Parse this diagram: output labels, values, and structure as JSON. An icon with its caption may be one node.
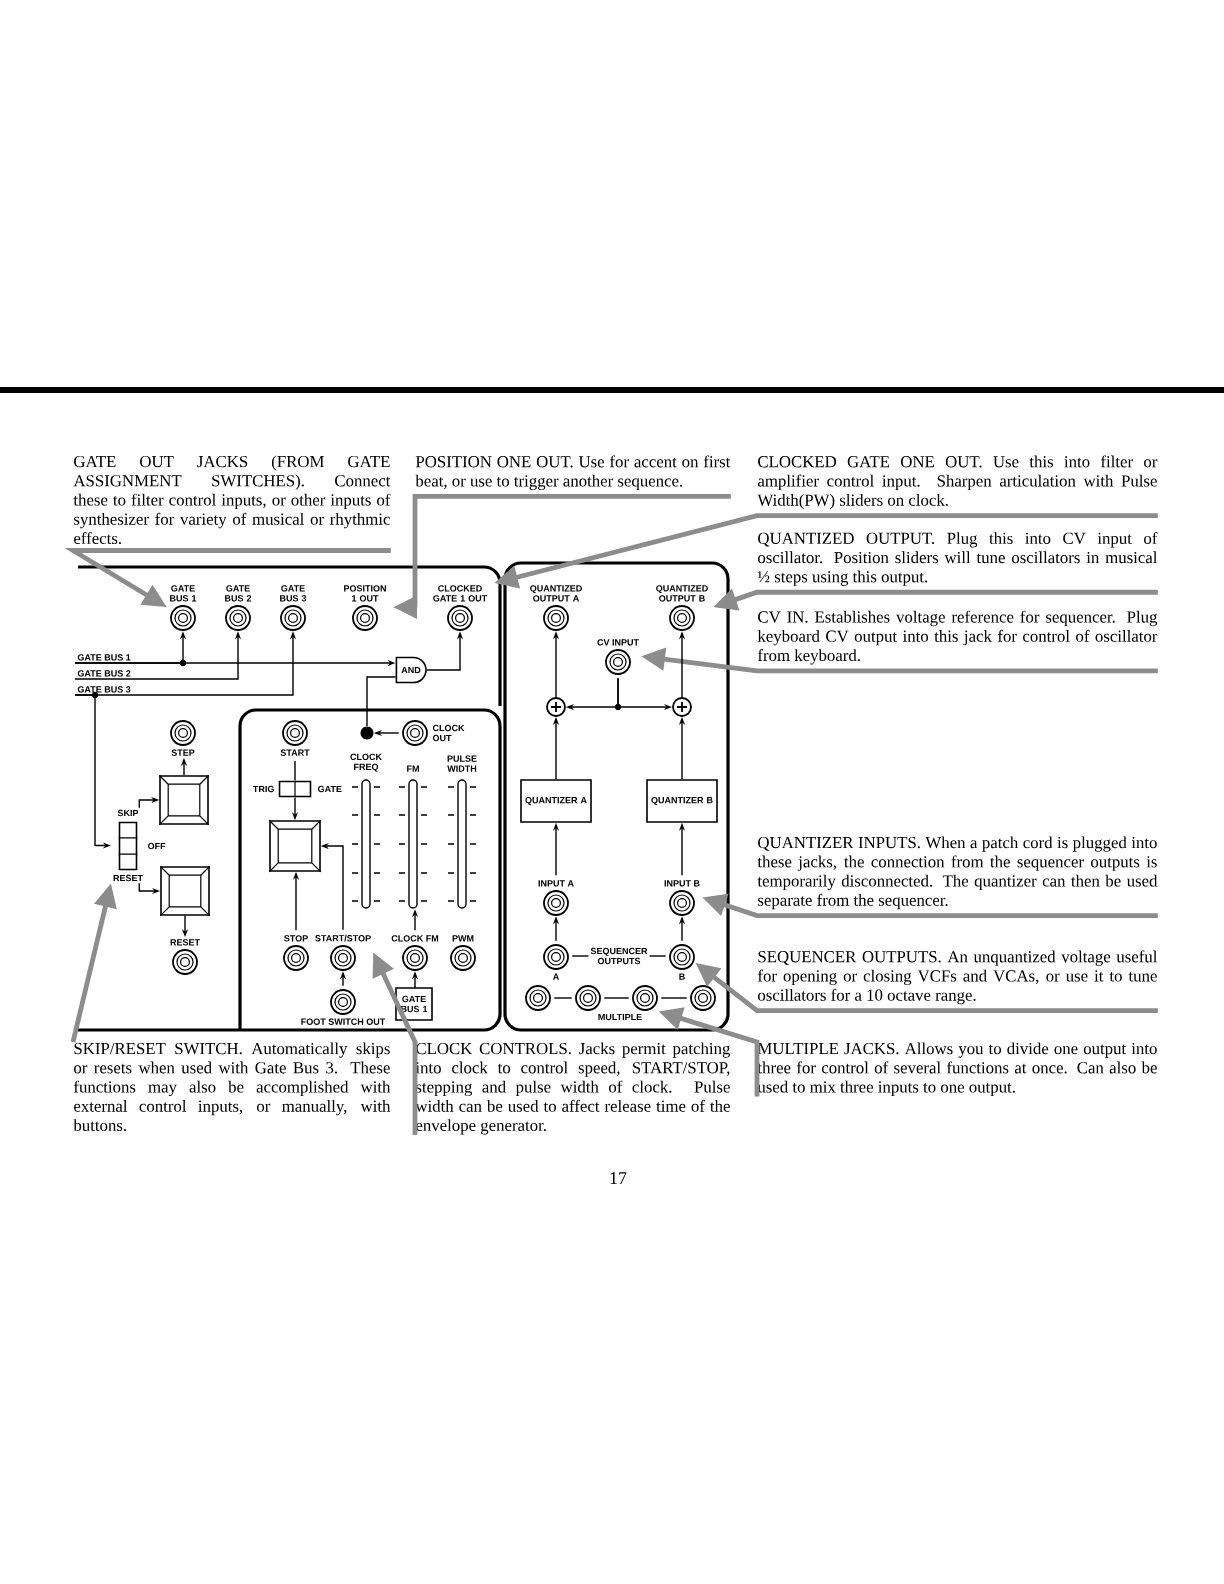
{
  "diagram": {
    "nodes": [
      {
        "text": [
          "GATE OUT JACKS (FROM GATE ASSIGNMENT SWITCHES). Connect these to filter control inputs, or other inputs of synthesizer for variety of musical or rhythmic effects."
        ]
      },
      {
        "text": [
          "POSITION ONE OUT. Use for accent on first beat, or use to trigger another sequence."
        ]
      },
      {
        "text": [
          "CLOCKED GATE ONE OUT. Use this into filter or amplifier control input. Sharpen articulation with Pulse Width(PW) sliders on clock."
        ]
      },
      {
        "text": [
          "QUANTIZED OUTPUT. Plug this into CV input of oscillator. Position sliders will tune oscillators in musical ½ steps using this output."
        ]
      },
      {
        "text": [
          "CV IN. Establishes voltage reference for sequencer. Plug keyboard CV output into this jack for control of oscillator from keyboard."
        ]
      },
      {
        "text": [
          "QUANTIZER INPUTS. When a patch cord is plugged into these jacks, the connection from the sequencer outputs is temporarily disconnected. The quantizer can then be used separate from the sequencer."
        ]
      },
      {
        "text": [
          "SEQUENCER OUTPUTS. An unquantized voltage useful for opening or closing VCFs and VCAs, or use it to tune oscillators for a 10 octave range."
        ]
      },
      {
        "text": [
          "MULTIPLE JACKS. Allows you to divide one output into three for control of several functions at once. Can also be used to mix three inputs to one output."
        ]
      },
      {
        "text": [
          "SKIP/RESET SWITCH. Automatically skips or resets when used with Gate Bus 3. These functions may also be accomplished with external control inputs, or manually, with buttons."
        ]
      },
      {
        "text": [
          "CLOCK CONTROLS. Jacks permit patching into clock to control speed, START/STOP, stepping and pulse width of clock. Pulse width can be used to affect release time of the envelope generator."
        ]
      },
      {
        "text": [
          "GATE BUS 1"
        ]
      },
      {
        "text": [
          "GATE BUS 2"
        ]
      },
      {
        "text": [
          "GATE BUS 3"
        ]
      },
      {
        "text": [
          "POSITION 1 OUT"
        ]
      },
      {
        "text": [
          "CLOCKED GATE 1 OUT"
        ]
      },
      {
        "text": [
          "GATE BUS 1"
        ]
      },
      {
        "text": [
          "GATE BUS 2"
        ]
      },
      {
        "text": [
          "GATE BUS 3"
        ]
      },
      {
        "text": [
          "AND"
        ]
      },
      {
        "text": [
          "STEP"
        ]
      },
      {
        "text": [],
        "shape": "box"
      },
      {
        "text": [],
        "shape": "box",
        "beside": [
          "SKIP",
          "OFF",
          "RESET"
        ]
      },
      {
        "text": [],
        "shape": "box"
      },
      {
        "text": [
          "RESET"
        ]
      },
      {
        "text": [
          "START"
        ]
      },
      {
        "text": [],
        "shape": "circle"
      },
      {
        "text": [
          "CLOCK OUT"
        ]
      },
      {
        "text": [],
        "shape": "box",
        "beside": [
          "TRIG",
          "GATE"
        ]
      },
      {
        "text": [],
        "shape": "box"
      },
      {
        "text": [
          "CLOCK FREQ"
        ]
      },
      {
        "text": [
          "FM"
        ]
      },
      {
        "text": [
          "PULSE WIDTH"
        ]
      },
      {
        "text": [
          "STOP"
        ]
      },
      {
        "text": [
          "START/STOP"
        ]
      },
      {
        "text": [
          "CLOCK FM"
        ]
      },
      {
        "text": [
          "PWM"
        ]
      },
      {
        "text": [
          "FOOT SWITCH OUT"
        ]
      },
      {
        "text": [
          "GATE BUS 1"
        ]
      },
      {
        "text": [
          "QUANTIZED OUTPUT A"
        ]
      },
      {
        "text": [
          "QUANTIZED OUTPUT B"
        ]
      },
      {
        "text": [
          "CV INPUT"
        ]
      },
      {
        "text": [],
        "shape": "circle"
      },
      {
        "text": [],
        "shape": "circle"
      },
      {
        "text": [
          "QUANTIZER A"
        ]
      },
      {
        "text": [
          "QUANTIZER B"
        ]
      },
      {
        "text": [
          "INPUT A"
        ]
      },
      {
        "text": [
          "INPUT B"
        ]
      },
      {
        "text": [
          "A"
        ]
      },
      {
        "text": [
          "B"
        ]
      },
      {
        "text": [
          "SEQUENCER OUTPUTS"
        ]
      },
      {
        "text": [],
        "shape": "circle"
      },
      {
        "text": [],
        "shape": "circle"
      },
      {
        "text": [],
        "shape": "circle"
      },
      {
        "text": [],
        "shape": "circle"
      }
    ],
    "edges": [
      {
        "from": 0,
        "to": 10,
        "arrow": "to",
        "style": "thick",
        "color": "#8c8c8c"
      },
      {
        "from": 1,
        "to": 13,
        "arrow": "to",
        "style": "thick",
        "color": "#8c8c8c"
      },
      {
        "from": 2,
        "to": 14,
        "arrow": "to",
        "style": "thick",
        "color": "#8c8c8c"
      },
      {
        "from": 3,
        "to": 39,
        "arrow": "to",
        "style": "thick",
        "color": "#8c8c8c"
      },
      {
        "from": 4,
        "to": 40,
        "arrow": "to",
        "style": "thick",
        "color": "#8c8c8c"
      },
      {
        "from": 5,
        "to": 46,
        "arrow": "to",
        "style": "thick",
        "color": "#8c8c8c"
      },
      {
        "from": 6,
        "to": 48,
        "arrow": "to",
        "style": "thick",
        "color": "#8c8c8c"
      },
      {
        "from": 7,
        "to": 52,
        "arrow": "to",
        "style": "thick",
        "color": "#8c8c8c"
      },
      {
        "from": 8,
        "to": 21,
        "arrow": "to",
        "style": "thick",
        "color": "#8c8c8c"
      },
      {
        "from": 9,
        "to": 33,
        "arrow": "to",
        "style": "thick",
        "color": "#8c8c8c"
      },
      {
        "from": 15,
        "to": 10,
        "arrow": "to"
      },
      {
        "from": 15,
        "to": 18,
        "arrow": "to"
      },
      {
        "from": 16,
        "to": 11,
        "arrow": "to"
      },
      {
        "from": 17,
        "to": 12,
        "arrow": "to"
      },
      {
        "from": 17,
        "to": 21,
        "arrow": "to"
      },
      {
        "from": 18,
        "to": 14,
        "arrow": "to"
      },
      {
        "from": 25,
        "to": 18,
        "arrow": "none"
      },
      {
        "from": 26,
        "to": 25,
        "arrow": "to"
      },
      {
        "from": 20,
        "to": 19,
        "arrow": "to"
      },
      {
        "from": 21,
        "to": 20,
        "arrow": "to"
      },
      {
        "from": 21,
        "to": 22,
        "arrow": "to"
      },
      {
        "from": 22,
        "to": 23,
        "arrow": "to"
      },
      {
        "from": 24,
        "to": 27,
        "arrow": "none"
      },
      {
        "from": 27,
        "to": 28,
        "arrow": "to"
      },
      {
        "from": 32,
        "to": 28,
        "arrow": "to"
      },
      {
        "from": 33,
        "to": 28,
        "arrow": "to"
      },
      {
        "from": 36,
        "to": 33,
        "arrow": "to"
      },
      {
        "from": 37,
        "to": 34,
        "arrow": "to"
      },
      {
        "from": 34,
        "to": 30,
        "arrow": "to"
      },
      {
        "from": 41,
        "to": 38,
        "arrow": "to"
      },
      {
        "from": 43,
        "to": 41,
        "arrow": "to"
      },
      {
        "from": 45,
        "to": 43,
        "arrow": "to"
      },
      {
        "from": 47,
        "to": 45,
        "arrow": "to"
      },
      {
        "from": 42,
        "to": 39,
        "arrow": "to"
      },
      {
        "from": 44,
        "to": 42,
        "arrow": "to"
      },
      {
        "from": 46,
        "to": 44,
        "arrow": "to"
      },
      {
        "from": 48,
        "to": 46,
        "arrow": "to"
      },
      {
        "from": 40,
        "to": 41,
        "arrow": "to"
      },
      {
        "from": 40,
        "to": 42,
        "arrow": "to"
      },
      {
        "from": 49,
        "to": 47,
        "arrow": "none"
      },
      {
        "from": 49,
        "to": 48,
        "arrow": "none"
      },
      {
        "from": 50,
        "to": 51,
        "arrow": "none"
      },
      {
        "from": 51,
        "to": 52,
        "arrow": "none"
      },
      {
        "from": 52,
        "to": 53,
        "arrow": "none"
      }
    ],
    "labels": [
      "MULTIPLE",
      "17"
    ]
  }
}
